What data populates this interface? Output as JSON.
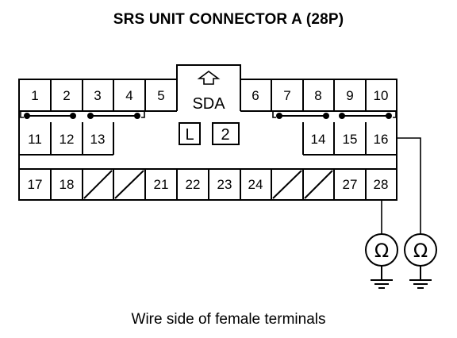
{
  "title": "SRS UNIT CONNECTOR A (28P)",
  "caption": "Wire side of female terminals",
  "connector": {
    "row1": [
      "1",
      "2",
      "3",
      "4",
      "5",
      "6",
      "7",
      "8",
      "9",
      "10"
    ],
    "row2": [
      "11",
      "12",
      "13",
      "14",
      "15",
      "16"
    ],
    "row3": [
      "17",
      "18",
      "21",
      "22",
      "23",
      "24",
      "27",
      "28"
    ],
    "center_label": "SDA",
    "lock_label": "L",
    "lock_number": "2"
  },
  "meters": [
    {
      "symbol": "Ω"
    },
    {
      "symbol": "Ω"
    }
  ]
}
